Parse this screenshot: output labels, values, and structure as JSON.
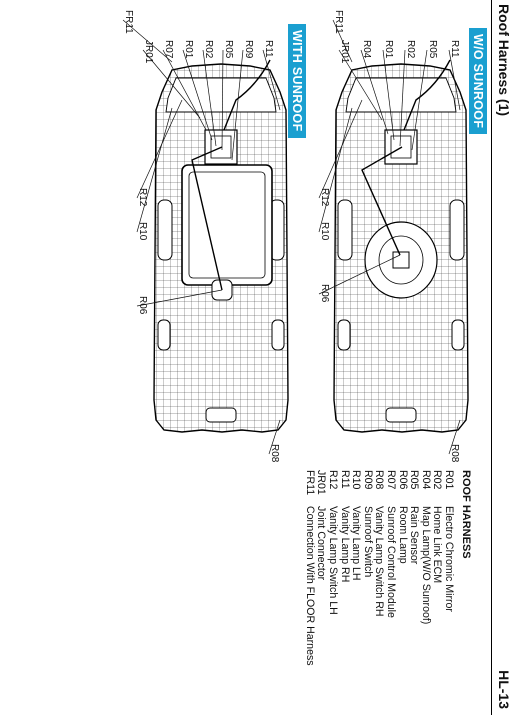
{
  "header": {
    "title": "Roof Harness (1)",
    "page_code": "HL-13"
  },
  "variants": {
    "without_sunroof": {
      "label": "W/O SUNROOF",
      "callouts": [
        "R11",
        "R05",
        "R02",
        "R01",
        "R04",
        "JR01",
        "FR11",
        "R08",
        "R12",
        "R10",
        "R06"
      ]
    },
    "with_sunroof": {
      "label": "WITH SUNROOF",
      "callouts": [
        "R11",
        "R09",
        "R05",
        "R02",
        "R01",
        "R07",
        "JR01",
        "FR11",
        "R08",
        "R12",
        "R10",
        "R06"
      ]
    }
  },
  "legend": {
    "title": "ROOF HARNESS",
    "items": [
      {
        "code": "R01",
        "desc": "Electro Chromic Mirror"
      },
      {
        "code": "R02",
        "desc": "Home Link ECM"
      },
      {
        "code": "R04",
        "desc": "Map Lamp(W/O Sunroof)"
      },
      {
        "code": "R05",
        "desc": "Rain Sensor"
      },
      {
        "code": "R06",
        "desc": "Room Lamp"
      },
      {
        "code": "R07",
        "desc": "Sunroof Control Module"
      },
      {
        "code": "R08",
        "desc": "Vanity Lamp Switch RH"
      },
      {
        "code": "R09",
        "desc": "Sunroof Switch"
      },
      {
        "code": "R10",
        "desc": "Vanity Lamp LH"
      },
      {
        "code": "R11",
        "desc": "Vanity Lamp RH"
      },
      {
        "code": "R12",
        "desc": "Vanity Lamp Switch LH"
      },
      {
        "code": "JR01",
        "desc": "Joint Connector"
      },
      {
        "code": "FR11",
        "desc": "Connection With FLOOR Harness"
      }
    ]
  },
  "colors": {
    "variant_label_bg": "#1a9fd0",
    "line": "#111111"
  }
}
